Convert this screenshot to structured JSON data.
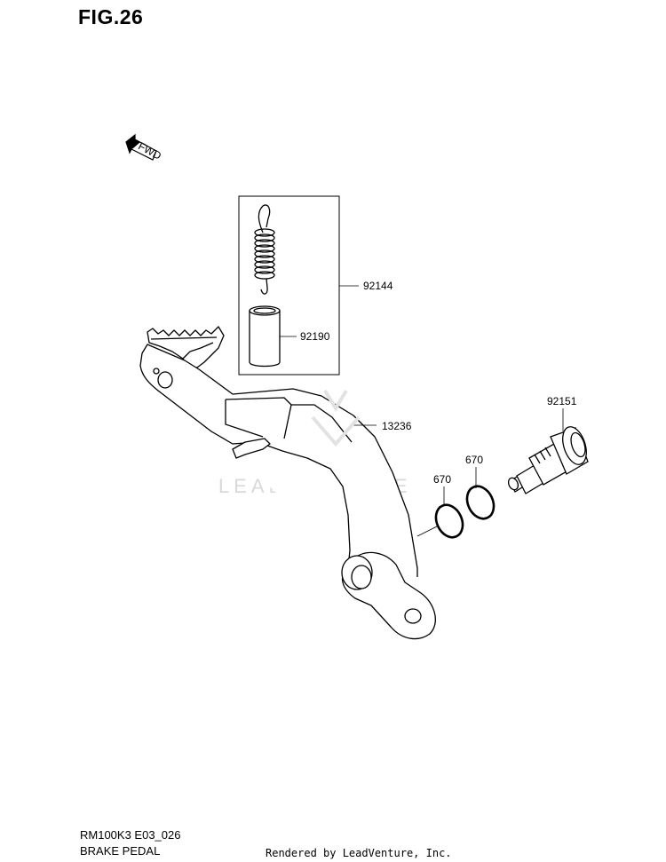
{
  "figure": {
    "title": "FIG.26"
  },
  "fwd_label": "FWD",
  "parts": {
    "spring_kit": "92144",
    "collar": "92190",
    "brake_pedal": "13236",
    "shaft": "92151",
    "oring_left": "670",
    "oring_right": "670"
  },
  "watermark": "LEADVENTURE",
  "footer": {
    "model_code": "RM100K3 E03_026",
    "section_name": "BRAKE PEDAL",
    "rendered_by": "Rendered by LeadVenture, Inc."
  }
}
